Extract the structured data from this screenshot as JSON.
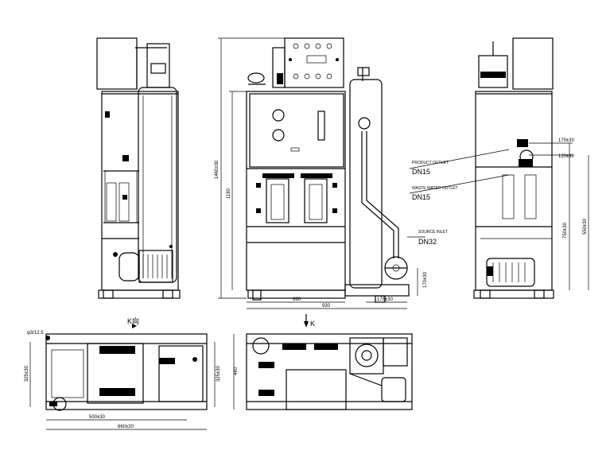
{
  "labels": {
    "product_outlet": "PRODUCT OUTLET",
    "product_dn": "DN15",
    "waste_outlet": "WASTE WATER OUTLET",
    "waste_dn": "DN15",
    "source_inlet": "SOURCE INLET",
    "source_dn": "DN32",
    "view_k_top": "K向",
    "view_k_arrow": "K"
  },
  "dimensions": {
    "front_height_total": "1460±30",
    "front_height_frame": "1180",
    "front_base_right": "170±30",
    "front_width_frame": "660",
    "front_width_total": "930",
    "front_width_pump": "175±30",
    "right_170": "170±30",
    "right_120": "120±30",
    "right_750": "750±30",
    "right_550": "550±30",
    "top_dia": "φ3/12.5",
    "top_left_depth": "325±30",
    "top_right_depth": "325±30",
    "top_inner_width": "500±30",
    "top_total_width": "660±30",
    "bottom_depth": "440"
  }
}
